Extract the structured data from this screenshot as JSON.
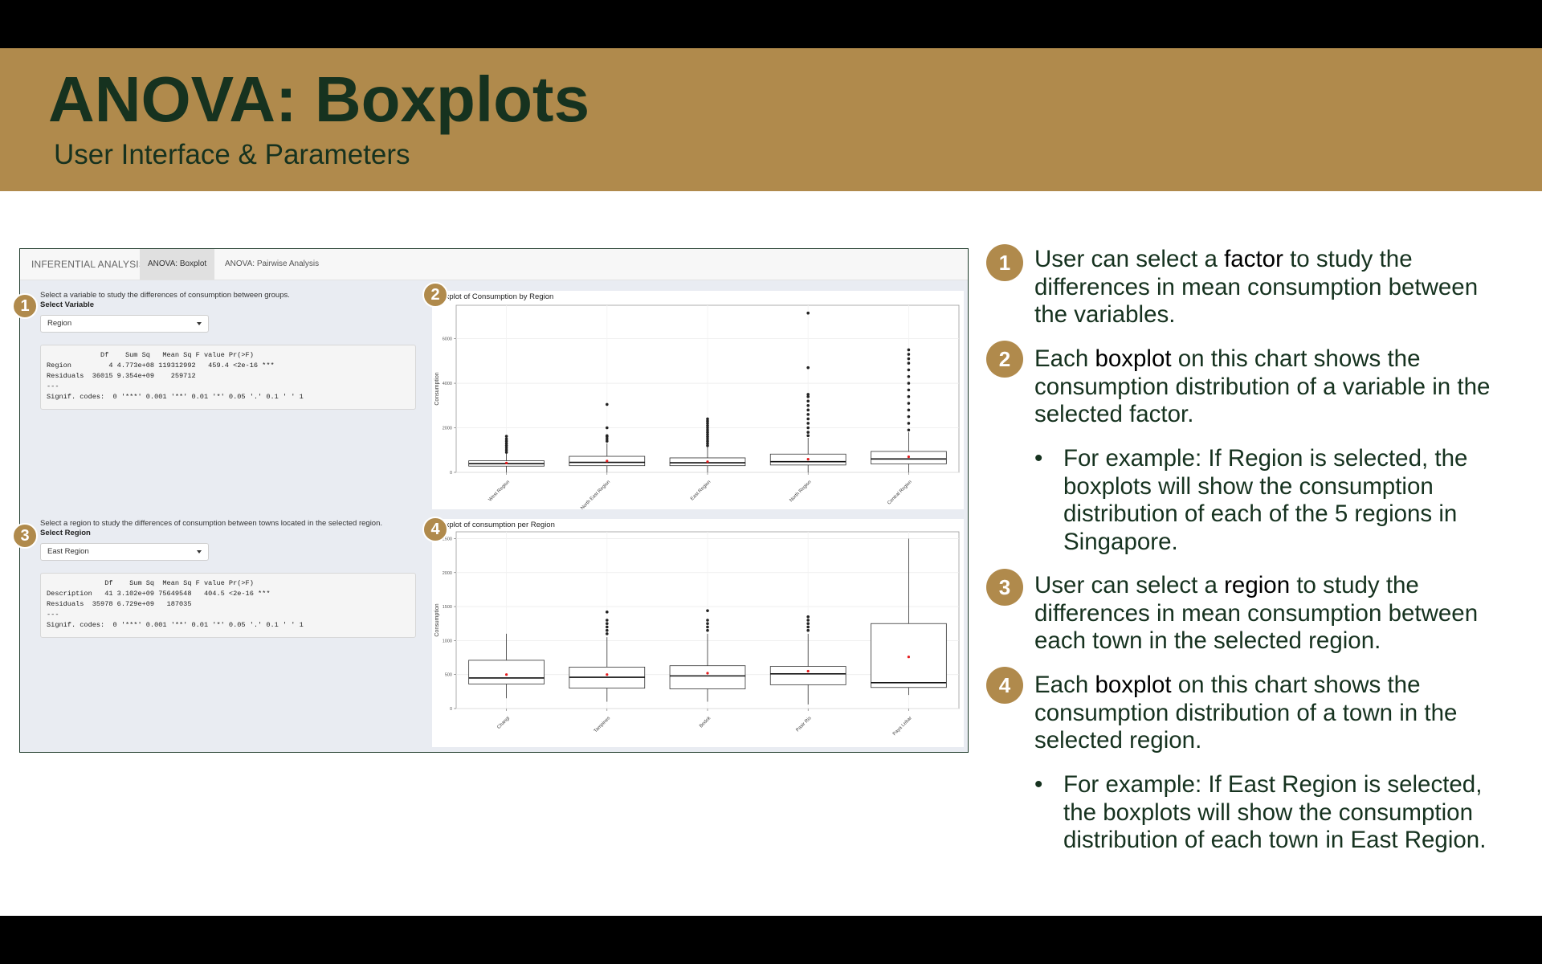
{
  "slide": {
    "title": "ANOVA: Boxplots",
    "subtitle": "User Interface & Parameters"
  },
  "app": {
    "brand": "INFERENTIAL ANALYSIS",
    "tabs": [
      {
        "label": "ANOVA: Boxplot",
        "active": true
      },
      {
        "label": "ANOVA: Pairwise Analysis",
        "active": false
      }
    ],
    "section1": {
      "help": "Select a variable to study the differences of consumption between groups.",
      "label": "Select Variable",
      "selected": "Region",
      "output": "             Df    Sum Sq   Mean Sq F value Pr(>F)    \nRegion         4 4.773e+08 119312992   459.4 <2e-16 ***\nResiduals  36015 9.354e+09    259712                   \n---\nSignif. codes:  0 '***' 0.001 '**' 0.01 '*' 0.05 '.' 0.1 ' ' 1"
    },
    "section2": {
      "help": "Select a region to study the differences of consumption between towns located in the selected region.",
      "label": "Select Region",
      "selected": "East Region",
      "output": "              Df    Sum Sq  Mean Sq F value Pr(>F)    \nDescription   41 3.102e+09 75649548   404.5 <2e-16 ***\nResiduals  35978 6.729e+09   187035                   \n---\nSignif. codes:  0 '***' 0.001 '**' 0.01 '*' 0.05 '.' 0.1 ' ' 1"
    }
  },
  "chart_data": [
    {
      "type": "boxplot",
      "title": "Boxplot of Consumption by Region",
      "xlabel": "",
      "ylabel": "Consumption",
      "ylim": [
        0,
        7500
      ],
      "yticks": [
        0,
        2000,
        4000,
        6000
      ],
      "categories": [
        "West Region",
        "North East Region",
        "East Region",
        "North Region",
        "Central Region"
      ],
      "boxes": [
        {
          "min": 0,
          "q1": 280,
          "median": 390,
          "q3": 520,
          "max": 870,
          "mean": 420,
          "outliers": [
            900,
            1000,
            1100,
            1200,
            1300,
            1400,
            1500,
            1620
          ]
        },
        {
          "min": 0,
          "q1": 300,
          "median": 450,
          "q3": 720,
          "max": 1300,
          "mean": 510,
          "outliers": [
            1400,
            1500,
            1600,
            1650,
            2000,
            3050
          ]
        },
        {
          "min": 0,
          "q1": 300,
          "median": 430,
          "q3": 650,
          "max": 1150,
          "mean": 480,
          "outliers": [
            1200,
            1300,
            1400,
            1500,
            1600,
            1700,
            1800,
            1900,
            2000,
            2100,
            2200,
            2300,
            2400
          ]
        },
        {
          "min": 0,
          "q1": 330,
          "median": 480,
          "q3": 820,
          "max": 1550,
          "mean": 590,
          "outliers": [
            1650,
            1800,
            2000,
            2200,
            2400,
            2600,
            2800,
            3000,
            3200,
            3400,
            3500,
            4700,
            7150
          ]
        },
        {
          "min": 0,
          "q1": 380,
          "median": 600,
          "q3": 940,
          "max": 1800,
          "mean": 700,
          "outliers": [
            1900,
            2200,
            2500,
            2800,
            3100,
            3400,
            3700,
            4000,
            4300,
            4600,
            4900,
            5100,
            5300,
            5500
          ]
        }
      ]
    },
    {
      "type": "boxplot",
      "title": "Boxplot of consumption per Region",
      "xlabel": "",
      "ylabel": "Consumption",
      "ylim": [
        0,
        2600
      ],
      "yticks": [
        0,
        500,
        1000,
        1500,
        2000,
        2500
      ],
      "categories": [
        "Changi",
        "Tampines",
        "Bedok",
        "Pasir Ris",
        "Paya Lebar"
      ],
      "boxes": [
        {
          "min": 150,
          "q1": 360,
          "median": 450,
          "q3": 710,
          "max": 1100,
          "mean": 500,
          "outliers": []
        },
        {
          "min": 100,
          "q1": 300,
          "median": 460,
          "q3": 610,
          "max": 1050,
          "mean": 500,
          "outliers": [
            1100,
            1150,
            1200,
            1250,
            1300,
            1420
          ]
        },
        {
          "min": 100,
          "q1": 290,
          "median": 480,
          "q3": 630,
          "max": 1100,
          "mean": 520,
          "outliers": [
            1150,
            1200,
            1250,
            1300,
            1440
          ]
        },
        {
          "min": 60,
          "q1": 350,
          "median": 510,
          "q3": 620,
          "max": 1100,
          "mean": 550,
          "outliers": [
            1150,
            1200,
            1250,
            1300,
            1350
          ]
        },
        {
          "min": 200,
          "q1": 310,
          "median": 380,
          "q3": 1250,
          "max": 2500,
          "mean": 760,
          "outliers": []
        }
      ]
    }
  ],
  "annotations": [
    {
      "number": "1",
      "pre": "User can select a ",
      "keyword": "factor",
      "post": " to study the differences in mean consumption between the variables."
    },
    {
      "number": "2",
      "pre": "Each ",
      "keyword": "boxplot",
      "post": " on this chart shows the consumption distribution of a variable in the selected factor.",
      "bullet": "For example: If Region is selected, the boxplots will show the consumption distribution of each of the 5 regions in Singapore."
    },
    {
      "number": "3",
      "pre": "User can select a ",
      "keyword": "region",
      "post": " to study the differences in mean consumption between each town in the selected region."
    },
    {
      "number": "4",
      "pre": "Each ",
      "keyword": "boxplot",
      "post": " on this chart shows the consumption distribution of a town in the selected region.",
      "bullet": "For example: If East Region is selected, the boxplots will show the consumption distribution of each town in East Region."
    }
  ],
  "bullet_symbol": "•",
  "colors": {
    "accent": "#b08a4c",
    "dark_green": "#16321f",
    "mean_marker": "#e41a1c"
  }
}
